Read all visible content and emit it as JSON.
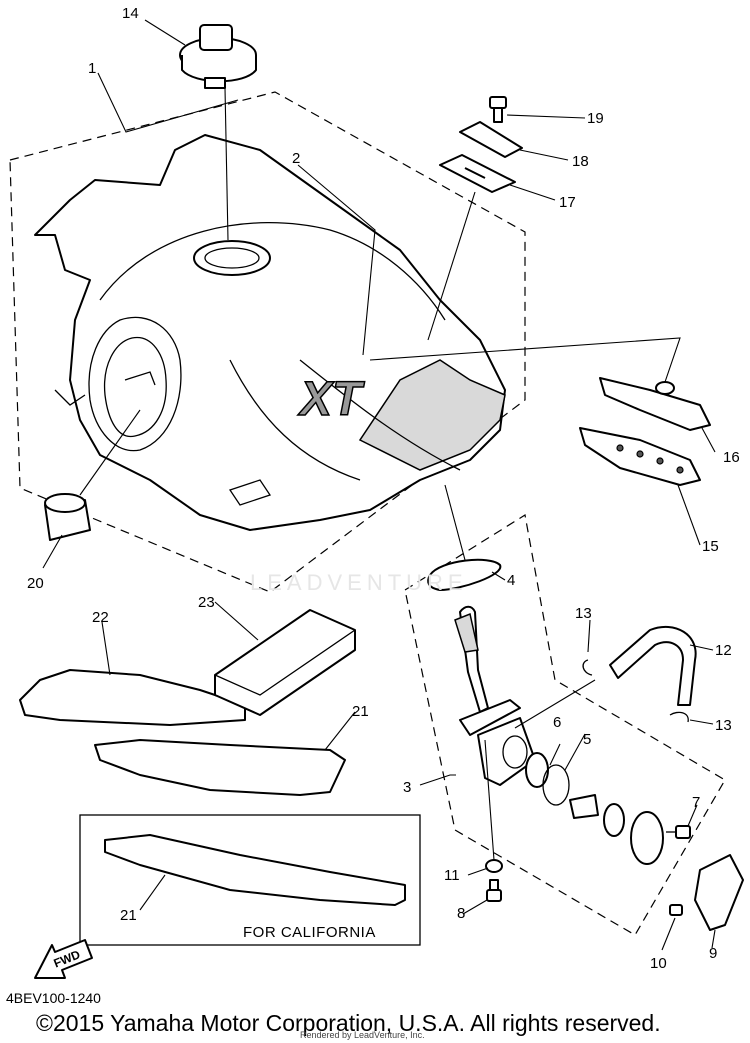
{
  "diagram": {
    "part_numbers": [
      "1",
      "2",
      "3",
      "4",
      "5",
      "6",
      "7",
      "8",
      "9",
      "10",
      "11",
      "12",
      "13",
      "13",
      "14",
      "15",
      "16",
      "17",
      "18",
      "19",
      "20",
      "21",
      "21",
      "22",
      "23"
    ],
    "california_box_label": "FOR CALIFORNIA",
    "fwd_label": "FWD",
    "tank_emblem": "XT",
    "watermark": "LEADVENTURE"
  },
  "footer": {
    "diagram_code": "4BEV100-1240",
    "copyright": "©2015 Yamaha Motor Corporation, U.S.A. All rights reserved.",
    "rendered_by": "Rendered by LeadVenture, Inc."
  }
}
